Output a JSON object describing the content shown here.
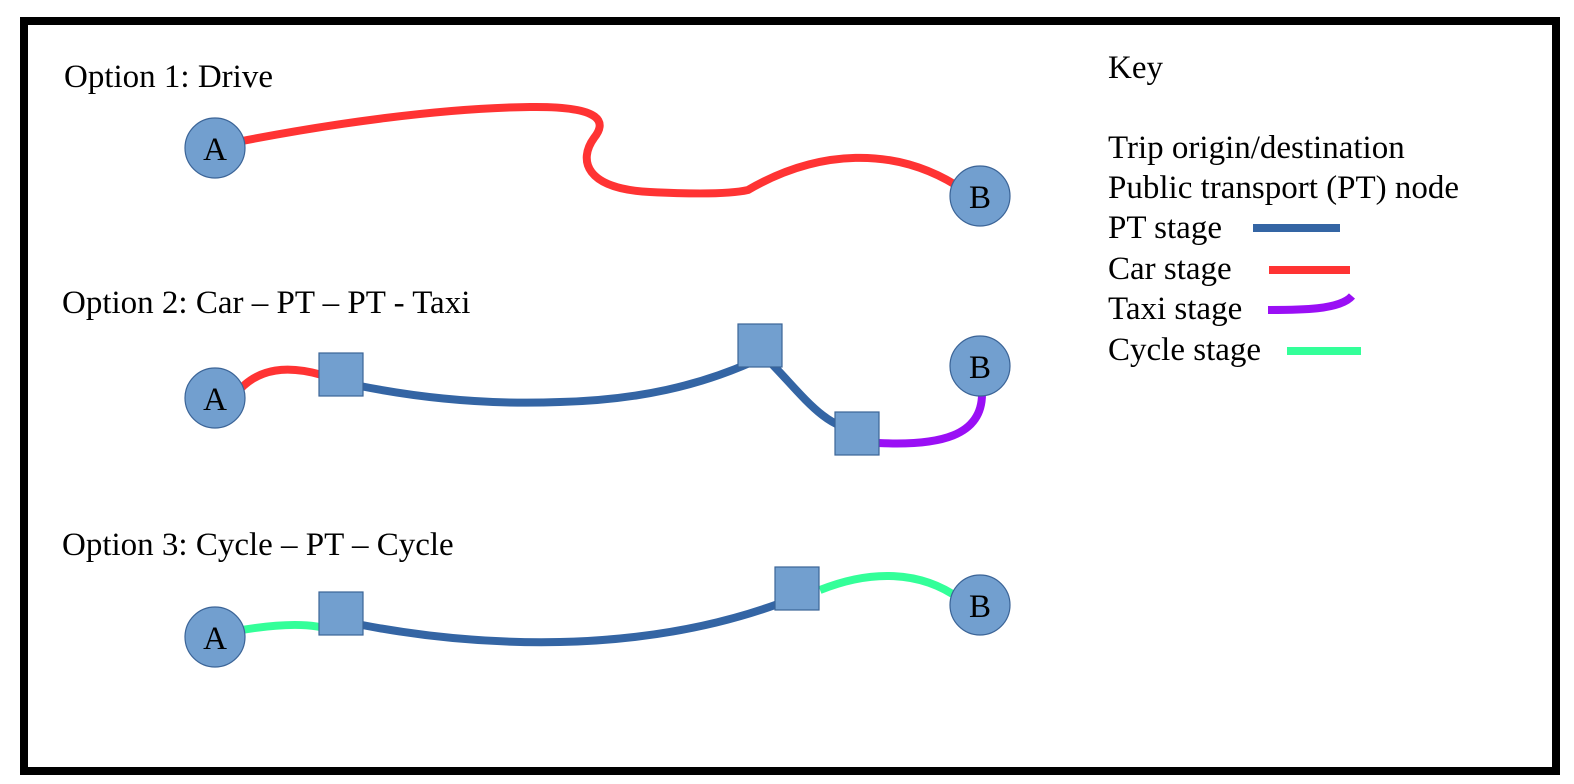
{
  "colors": {
    "node_fill": "#729fcf",
    "pt": "#3465a4",
    "car": "#ff3333",
    "taxi": "#9a0ff5",
    "cycle": "#33ff99"
  },
  "options": [
    {
      "title": "Option 1: Drive",
      "origin": "A",
      "destination": "B"
    },
    {
      "title": "Option 2: Car – PT – PT - Taxi",
      "origin": "A",
      "destination": "B"
    },
    {
      "title": "Option 3: Cycle – PT – Cycle",
      "origin": "A",
      "destination": "B"
    }
  ],
  "key": {
    "title": "Key",
    "items": [
      {
        "label": "Trip origin/destination"
      },
      {
        "label": "Public transport (PT) node"
      },
      {
        "label": "PT stage"
      },
      {
        "label": "Car stage"
      },
      {
        "label": "Taxi stage"
      },
      {
        "label": "Cycle stage"
      }
    ]
  }
}
